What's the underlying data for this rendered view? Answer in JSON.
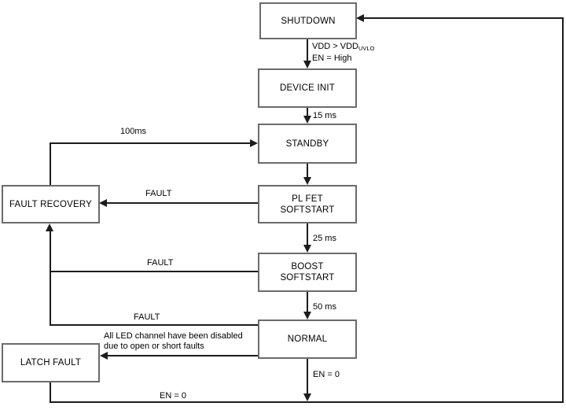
{
  "diagram_title": "LED driver state machine diagram",
  "nodes": {
    "shutdown": {
      "label": "SHUTDOWN"
    },
    "device_init": {
      "label": "DEVICE INIT"
    },
    "standby": {
      "label": "STANDBY"
    },
    "pl_fet": {
      "line1": "PL FET",
      "line2": "SOFTSTART"
    },
    "boost": {
      "line1": "BOOST",
      "line2": "SOFTSTART"
    },
    "normal": {
      "label": "NORMAL"
    },
    "fault_recovery": {
      "label": "FAULT RECOVERY"
    },
    "latch_fault": {
      "label": "LATCH FAULT"
    }
  },
  "labels": {
    "vdd_condition": "VDD > VDD",
    "vdd_condition_sub": "UVLO",
    "en_high": "EN = High",
    "t15": "15 ms",
    "t25": "25 ms",
    "t50": "50 ms",
    "t100": "100ms",
    "fault_plfet": "FAULT",
    "fault_boost": "FAULT",
    "fault_normal": "FAULT",
    "latch_reason_line1": "All LED channel have been disabled",
    "latch_reason_line2": "due to open or short faults",
    "en0_normal": "EN = 0",
    "en0_latch": "EN = 0"
  },
  "colors": {
    "box_border": "#6b6b6b",
    "connector": "#1c1c1c",
    "text": "#000000",
    "background": "#ffffff"
  }
}
